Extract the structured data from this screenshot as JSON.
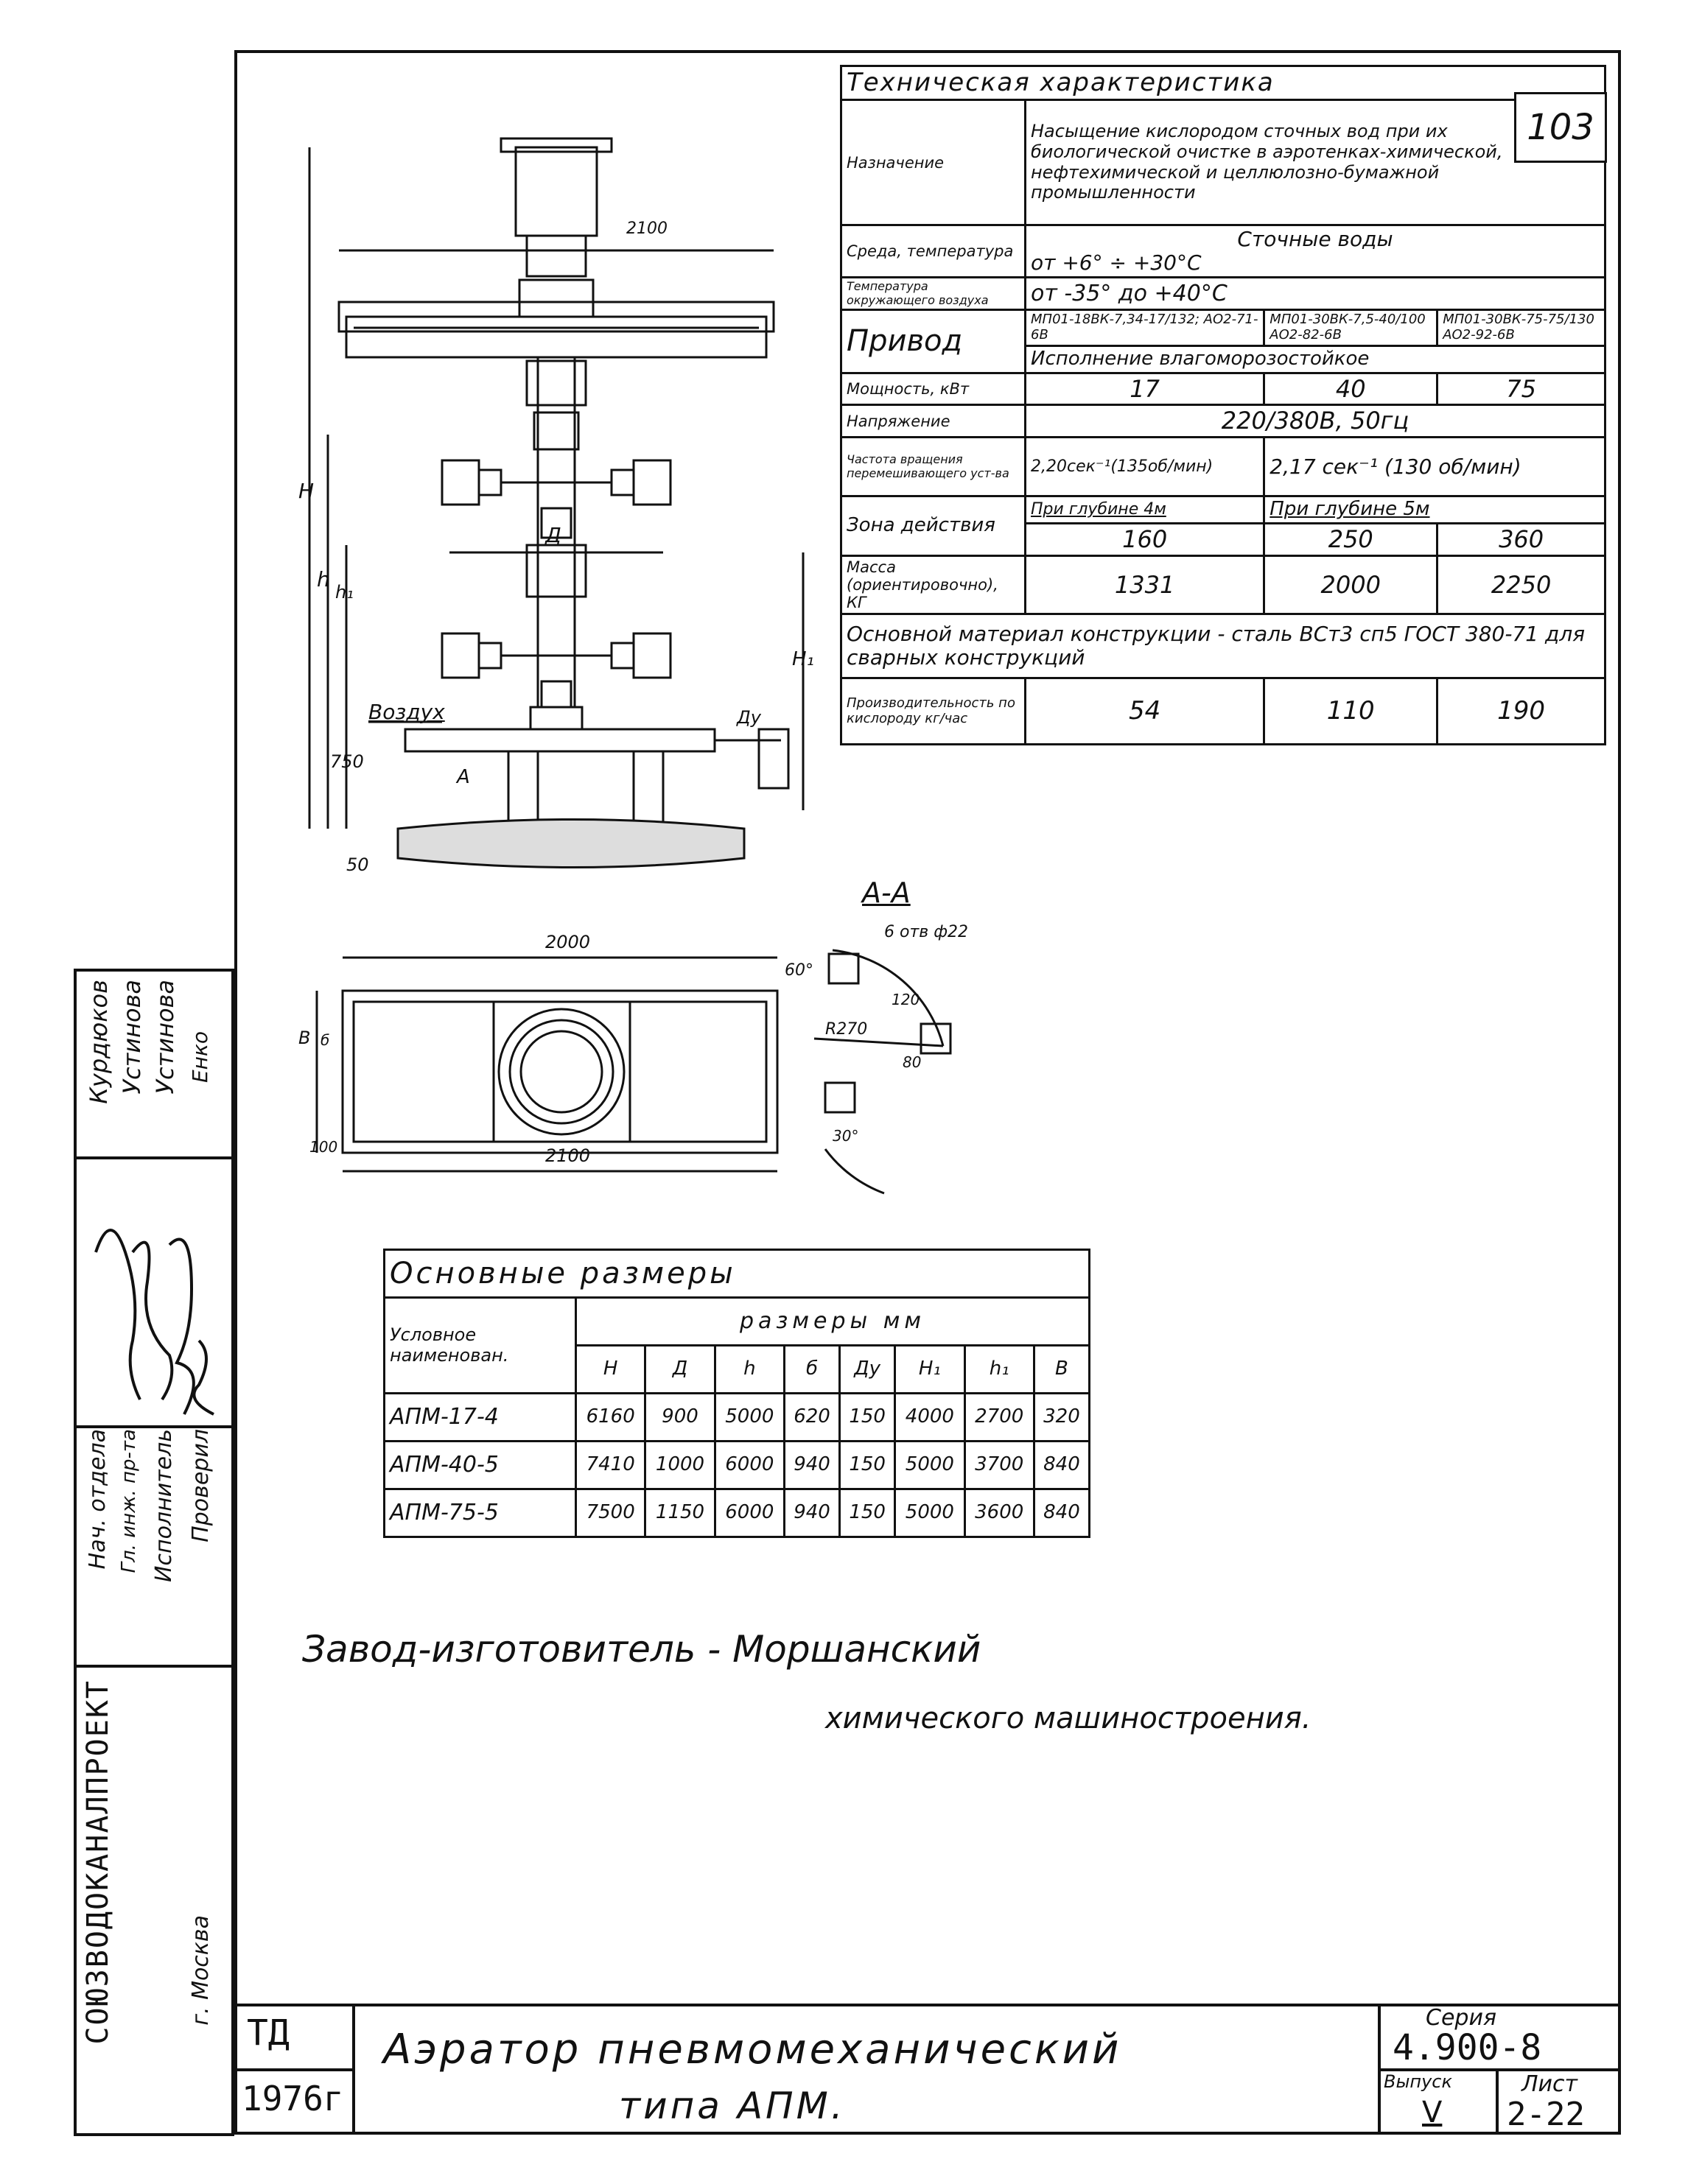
{
  "spec": {
    "title": "Техническая характеристика",
    "sheet_number": "103",
    "purpose_label": "Назначение",
    "purpose_value": "Насыщение кислородом сточных вод при их биологической очистке в аэротенках-химической, нефтехимической и целлюлозно-бумажной промышленности",
    "medium_label": "Среда, температура",
    "medium_value_1": "Сточные воды",
    "medium_value_2": "от +6° ÷ +30°С",
    "ambient_label": "Температура окружающего воздуха",
    "ambient_value": "от -35° до +40°С",
    "drive_label": "Привод",
    "drive_1": "МП01-18ВК-7,34-17/132; АО2-71-6В",
    "drive_2": "МП01-30ВК-7,5-40/100 АО2-82-6В",
    "drive_3": "МП01-30ВК-75-75/130 АО2-92-6В",
    "drive_exec": "Исполнение влагоморозостойкое",
    "power_label": "Мощность, кВт",
    "power": [
      "17",
      "40",
      "75"
    ],
    "voltage_label": "Напряжение",
    "voltage_value": "220/380В, 50гц",
    "rotation_label": "Частота вращения перемешивающего уст-ва",
    "rotation_1": "2,20сек⁻¹(135об/мин)",
    "rotation_2": "2,17 сек⁻¹ (130 об/мин)",
    "zone_label": "Зона действия",
    "zone_depth_1": "При глубине 4м",
    "zone_depth_2": "При глубине 5м",
    "zone": [
      "160",
      "250",
      "360"
    ],
    "mass_label": "Масса (ориентировочно), КГ",
    "mass": [
      "1331",
      "2000",
      "2250"
    ],
    "material": "Основной материал конструкции - сталь ВСт3 сп5 ГОСТ 380-71 для сварных конструкций",
    "productivity_label": "Производительность по кислороду кг/час",
    "productivity": [
      "54",
      "110",
      "190"
    ]
  },
  "drawing": {
    "dim_2100_top": "2100",
    "label_H": "Н",
    "label_h": "h",
    "label_h1": "h₁",
    "label_H1": "Н₁",
    "label_D": "Д",
    "label_Dy": "Ду",
    "label_750": "750",
    "label_50": "50",
    "label_air": "Воздух",
    "label_A": "А",
    "section_title": "А-А",
    "dim_2000": "2000",
    "dim_2100": "2100",
    "dim_100": "100",
    "dim_B": "В",
    "dim_b": "б",
    "bolt_label": "6 отв ф22",
    "angle_60": "60°",
    "angle_30": "30°",
    "radius_270": "R270",
    "dim_120": "120",
    "dim_80": "80"
  },
  "dims_table": {
    "title": "Основные размеры",
    "name_header": "Условное наименован.",
    "size_header": "размеры мм",
    "columns": [
      "Н",
      "Д",
      "h",
      "б",
      "Ду",
      "Н₁",
      "h₁",
      "В"
    ],
    "rows": [
      {
        "name": "АПМ-17-4",
        "v": [
          "6160",
          "900",
          "5000",
          "620",
          "150",
          "4000",
          "2700",
          "320"
        ]
      },
      {
        "name": "АПМ-40-5",
        "v": [
          "7410",
          "1000",
          "6000",
          "940",
          "150",
          "5000",
          "3700",
          "840"
        ]
      },
      {
        "name": "АПМ-75-5",
        "v": [
          "7500",
          "1150",
          "6000",
          "940",
          "150",
          "5000",
          "3600",
          "840"
        ]
      }
    ]
  },
  "manufacturer": {
    "line1": "Завод-изготовитель - Моршанский",
    "line2": "химического машиностроения."
  },
  "sidebar": {
    "org": "СОЮЗВОДОКАНАЛПРОЕКТ",
    "city": "г. Москва",
    "roles": [
      "Нач. отдела",
      "Гл. инж. пр-та",
      "Исполнитель",
      "Проверил"
    ],
    "names": [
      "Курдюков",
      "Устинова",
      "Устинова",
      "Енко"
    ]
  },
  "titleblock": {
    "td": "ТД",
    "year": "1976г",
    "title1": "Аэратор пневмомеханический",
    "title2": "типа АПМ.",
    "series_label": "Серия",
    "series": "4.900-8",
    "issue_label": "Выпуск",
    "issue": "V",
    "sheet_label": "Лист",
    "sheet": "2-22"
  }
}
